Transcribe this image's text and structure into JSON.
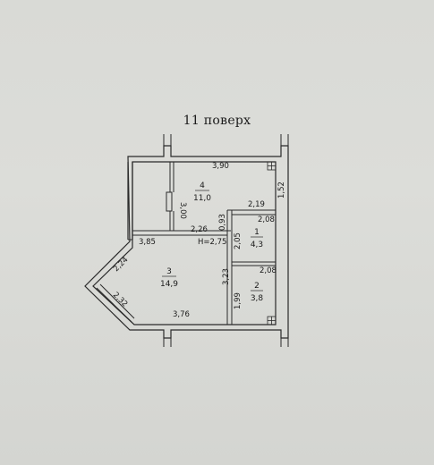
{
  "title": "11 поверх",
  "rooms": [
    {
      "number": "4",
      "area": "11,0"
    },
    {
      "number": "1",
      "area": "4,3"
    },
    {
      "number": "3",
      "area": "14,9"
    },
    {
      "number": "2",
      "area": "3,8"
    }
  ],
  "height_label": "H=2,75",
  "dimensions": {
    "room4_width": "3,90",
    "room4_depth": "3,00",
    "right_wall_upper": "1,52",
    "room4_lower_width": "2,19",
    "partition_short": "0,93",
    "corridor_width": "2,26",
    "room1_width": "2,08",
    "room1_depth": "2,05",
    "room3_width_top": "3,85",
    "room3_width_bottom": "3,76",
    "room3_depth": "3,23",
    "bay_upper": "2,24",
    "bay_lower": "2,32",
    "room2_width": "2,08",
    "room2_depth": "1,99"
  },
  "colors": {
    "background": "#dcddd9",
    "line": "#2a2a2a"
  }
}
